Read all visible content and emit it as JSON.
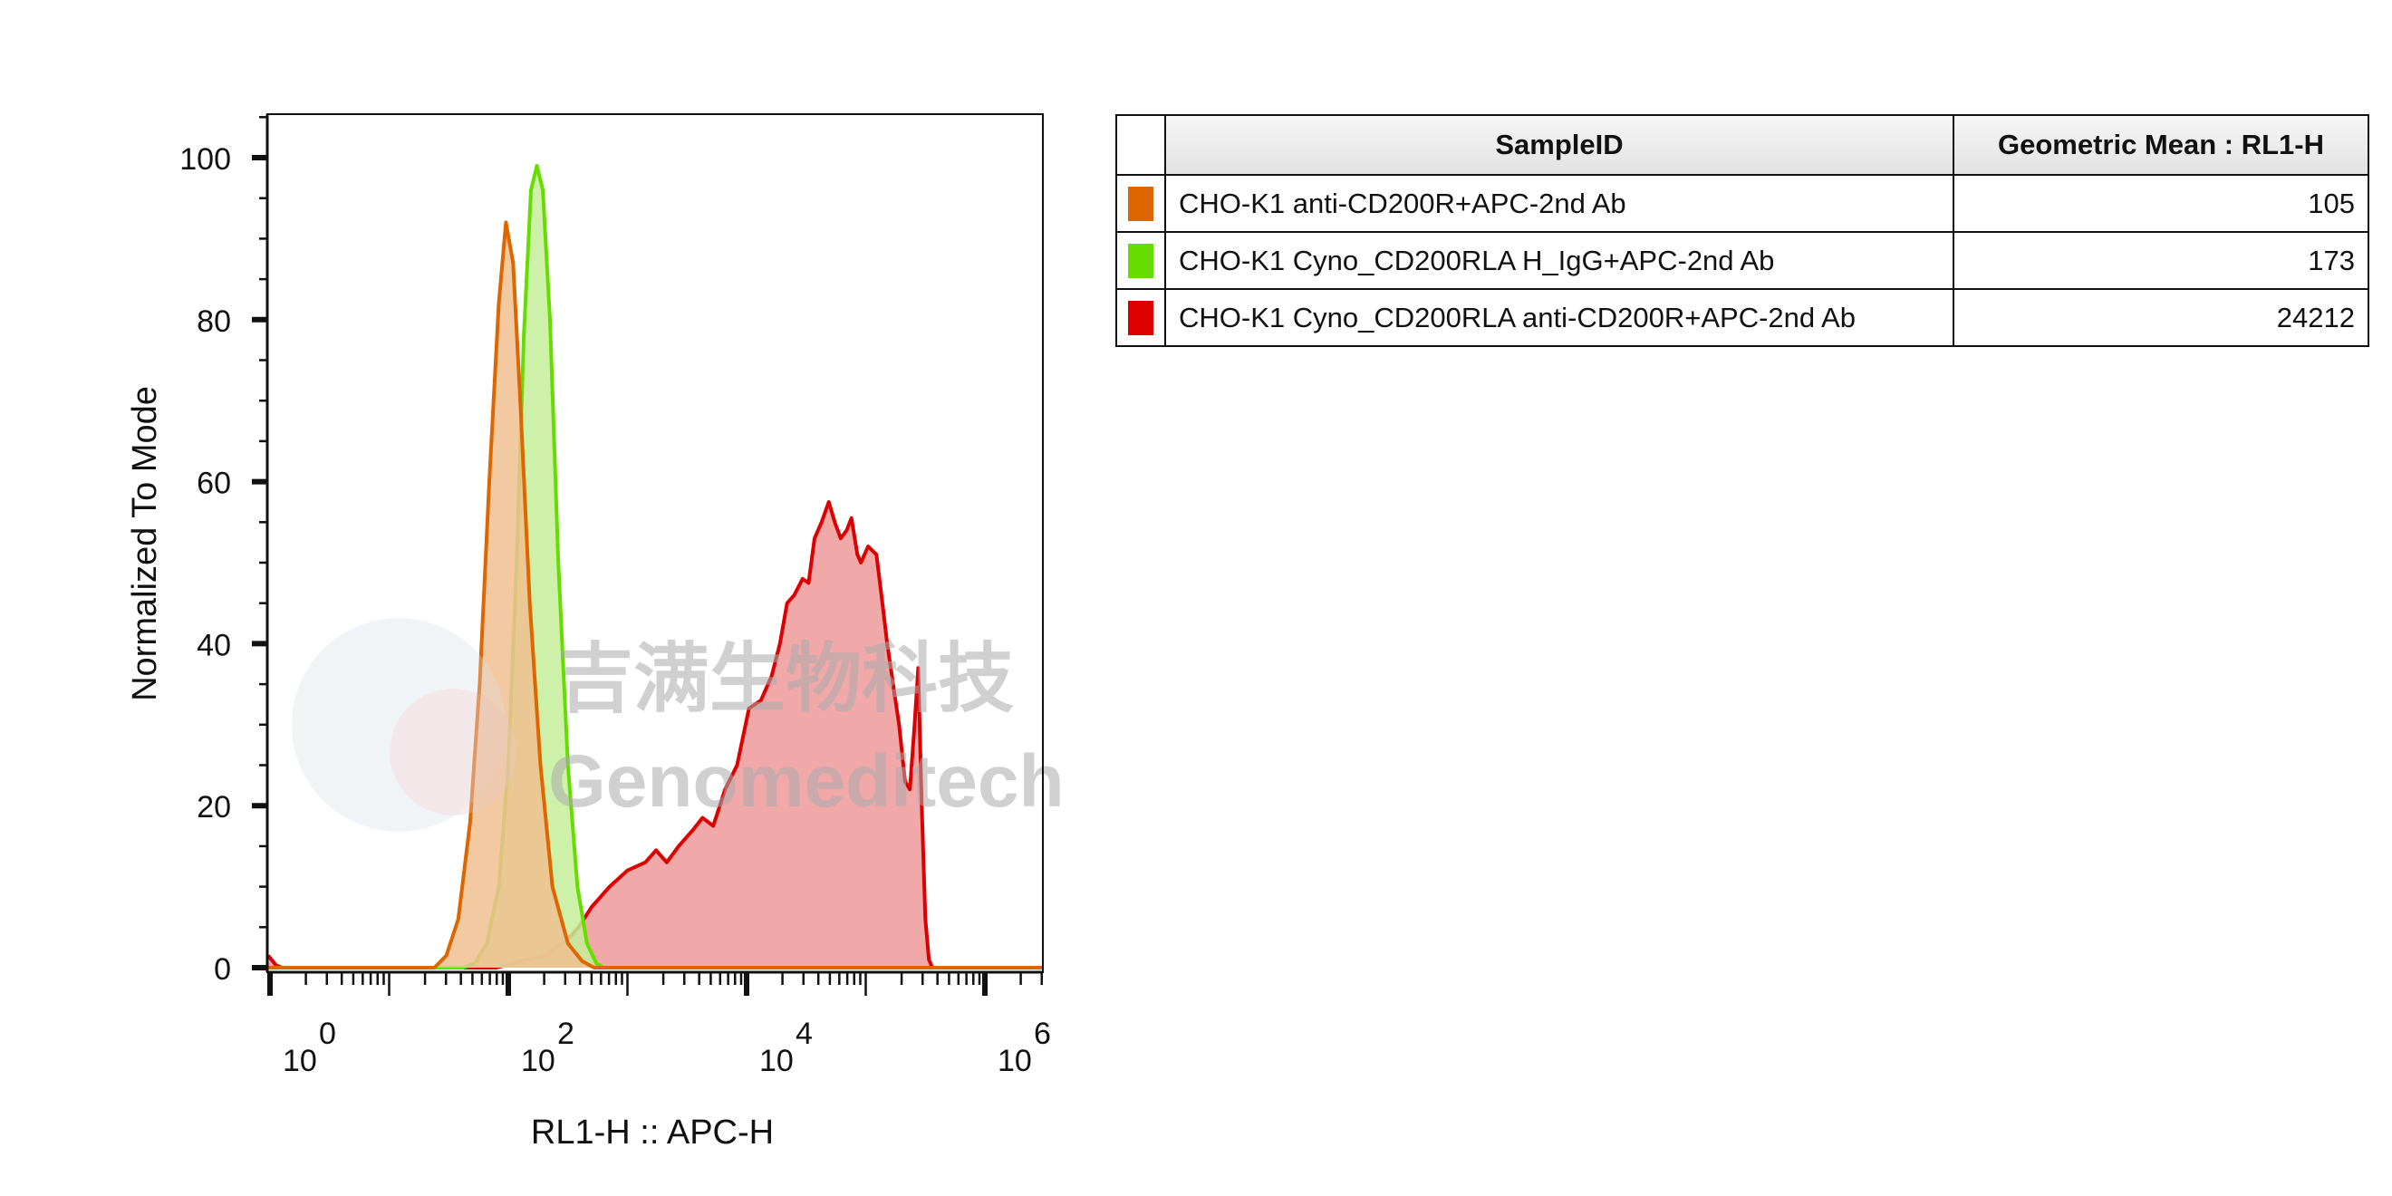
{
  "chart_data": {
    "type": "area",
    "title": "",
    "xlabel": "RL1-H :: APC-H",
    "ylabel": "Normalized To Mode",
    "x_scale": "log10",
    "xlim_log10": [
      -0.02,
      6.5
    ],
    "ylim": [
      0,
      105
    ],
    "y_ticks": [
      0,
      20,
      40,
      60,
      80,
      100
    ],
    "x_ticks": [
      {
        "base": "10",
        "exp": "0",
        "value": 0
      },
      {
        "base": "10",
        "exp": "2",
        "value": 2
      },
      {
        "base": "10",
        "exp": "4",
        "value": 4
      },
      {
        "base": "10",
        "exp": "6",
        "value": 6
      }
    ],
    "series": [
      {
        "name": "CHO-K1 Cyno_CD200RLA anti-CD200R+APC-2nd Ab",
        "color": "#dd0000",
        "fill": "#ee9999",
        "points": [
          [
            -0.02,
            1.5
          ],
          [
            0.05,
            0.3
          ],
          [
            0.1,
            0
          ],
          [
            1.9,
            0
          ],
          [
            2.0,
            0.4
          ],
          [
            2.3,
            1.5
          ],
          [
            2.5,
            3.5
          ],
          [
            2.59,
            5
          ],
          [
            2.7,
            7.5
          ],
          [
            2.85,
            10
          ],
          [
            3.0,
            12
          ],
          [
            3.15,
            13
          ],
          [
            3.24,
            14.5
          ],
          [
            3.33,
            13
          ],
          [
            3.43,
            15
          ],
          [
            3.55,
            17
          ],
          [
            3.63,
            18.5
          ],
          [
            3.72,
            17.5
          ],
          [
            3.82,
            22
          ],
          [
            3.92,
            25
          ],
          [
            4.02,
            32
          ],
          [
            4.12,
            33
          ],
          [
            4.21,
            36
          ],
          [
            4.28,
            40
          ],
          [
            4.34,
            45
          ],
          [
            4.4,
            46
          ],
          [
            4.47,
            48
          ],
          [
            4.52,
            47.5
          ],
          [
            4.57,
            53
          ],
          [
            4.63,
            55
          ],
          [
            4.69,
            57.5
          ],
          [
            4.74,
            55
          ],
          [
            4.79,
            53
          ],
          [
            4.84,
            54
          ],
          [
            4.88,
            55.5
          ],
          [
            4.93,
            51
          ],
          [
            4.96,
            50
          ],
          [
            5.02,
            52
          ],
          [
            5.09,
            51
          ],
          [
            5.14,
            45
          ],
          [
            5.18,
            40
          ],
          [
            5.23,
            35
          ],
          [
            5.28,
            30
          ],
          [
            5.33,
            23
          ],
          [
            5.37,
            22
          ],
          [
            5.41,
            30
          ],
          [
            5.44,
            37
          ],
          [
            5.47,
            20
          ],
          [
            5.5,
            6
          ],
          [
            5.53,
            1
          ],
          [
            5.56,
            0
          ],
          [
            6.5,
            0
          ]
        ]
      },
      {
        "name": "CHO-K1 Cyno_CD200RLA H_IgG+APC-2nd Ab",
        "color": "#66dd00",
        "fill": "#c4ee99",
        "points": [
          [
            -0.02,
            0
          ],
          [
            1.62,
            0
          ],
          [
            1.72,
            0.5
          ],
          [
            1.82,
            3
          ],
          [
            1.92,
            10
          ],
          [
            2.0,
            25
          ],
          [
            2.07,
            50
          ],
          [
            2.13,
            78
          ],
          [
            2.19,
            96
          ],
          [
            2.24,
            99
          ],
          [
            2.29,
            96
          ],
          [
            2.35,
            80
          ],
          [
            2.42,
            50
          ],
          [
            2.5,
            25
          ],
          [
            2.58,
            10
          ],
          [
            2.66,
            3
          ],
          [
            2.74,
            0.5
          ],
          [
            2.8,
            0
          ],
          [
            6.5,
            0
          ]
        ]
      },
      {
        "name": "CHO-K1 anti-CD200R+APC-2nd Ab",
        "color": "#dd6600",
        "fill": "#f0c090",
        "points": [
          [
            -0.02,
            0
          ],
          [
            1.38,
            0
          ],
          [
            1.48,
            1.5
          ],
          [
            1.58,
            6
          ],
          [
            1.68,
            18
          ],
          [
            1.76,
            35
          ],
          [
            1.84,
            60
          ],
          [
            1.92,
            82
          ],
          [
            1.98,
            92
          ],
          [
            2.04,
            87
          ],
          [
            2.1,
            70
          ],
          [
            2.18,
            45
          ],
          [
            2.27,
            25
          ],
          [
            2.37,
            10
          ],
          [
            2.5,
            3
          ],
          [
            2.62,
            0.8
          ],
          [
            2.72,
            0
          ],
          [
            6.5,
            0
          ]
        ]
      }
    ]
  },
  "watermark": {
    "cn": "吉满生物科技",
    "en": "Genomeditech"
  },
  "table": {
    "headers": {
      "sample": "SampleID",
      "value": "Geometric Mean : RL1-H"
    },
    "rows": [
      {
        "color": "#dd6600",
        "sample": "CHO-K1 anti-CD200R+APC-2nd Ab",
        "value": "105"
      },
      {
        "color": "#66dd00",
        "sample": "CHO-K1 Cyno_CD200RLA H_IgG+APC-2nd Ab",
        "value": "173"
      },
      {
        "color": "#dd0000",
        "sample": "CHO-K1 Cyno_CD200RLA anti-CD200R+APC-2nd Ab",
        "value": "24212"
      }
    ]
  }
}
